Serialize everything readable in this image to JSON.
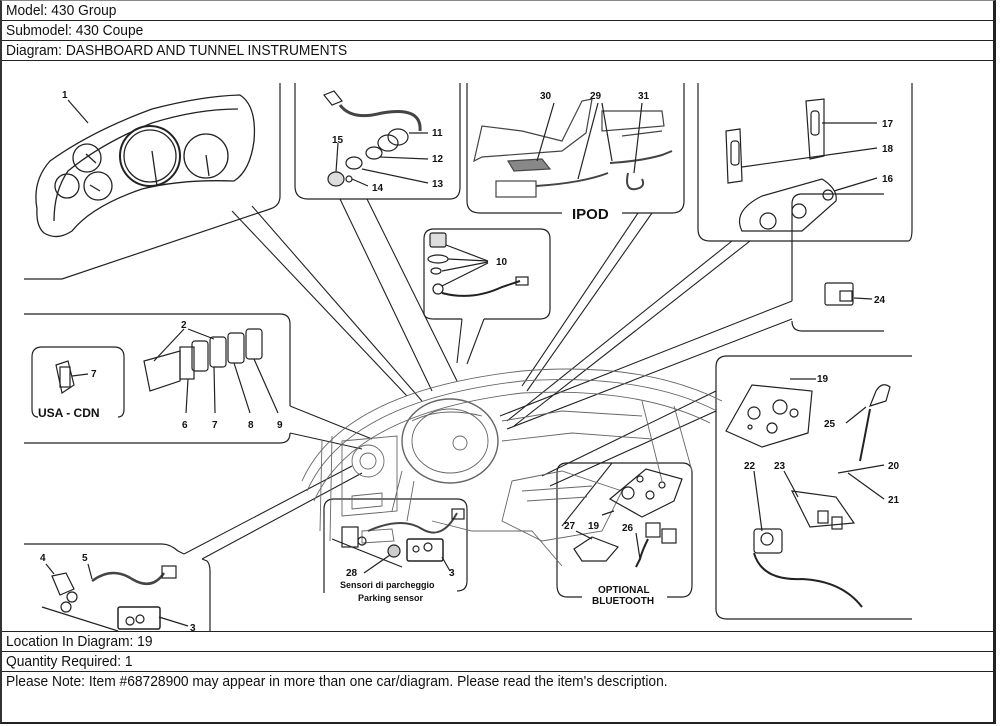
{
  "header": {
    "model": "Model: 430 Group",
    "submodel": "Submodel: 430 Coupe",
    "diagram": "Diagram: DASHBOARD AND TUNNEL INSTRUMENTS"
  },
  "diagram": {
    "callouts": {
      "c1": "1",
      "c2": "2",
      "c3a": "3",
      "c3b": "3",
      "c4": "4",
      "c5": "5",
      "c6": "6",
      "c7a": "7",
      "c7b": "7",
      "c8": "8",
      "c9": "9",
      "c10": "10",
      "c11": "11",
      "c12": "12",
      "c13": "13",
      "c14": "14",
      "c15": "15",
      "c16": "16",
      "c17": "17",
      "c18": "18",
      "c19a": "19",
      "c19b": "19",
      "c20": "20",
      "c21": "21",
      "c22": "22",
      "c23": "23",
      "c24": "24",
      "c25": "25",
      "c26": "26",
      "c27": "27",
      "c28": "28",
      "c29": "29",
      "c30": "30",
      "c31": "31"
    },
    "labels": {
      "ipod": "IPOD",
      "usa_cdn": "USA - CDN",
      "parking_it": "Sensori di parcheggio",
      "parking_en": "Parking sensor",
      "bt1": "OPTIONAL",
      "bt2": "BLUETOOTH"
    }
  },
  "footer": {
    "location": "Location In Diagram: 19",
    "quantity": "Quantity Required: 1",
    "note": "Please Note: Item #68728900 may appear in more than one car/diagram. Please read the item's description."
  }
}
